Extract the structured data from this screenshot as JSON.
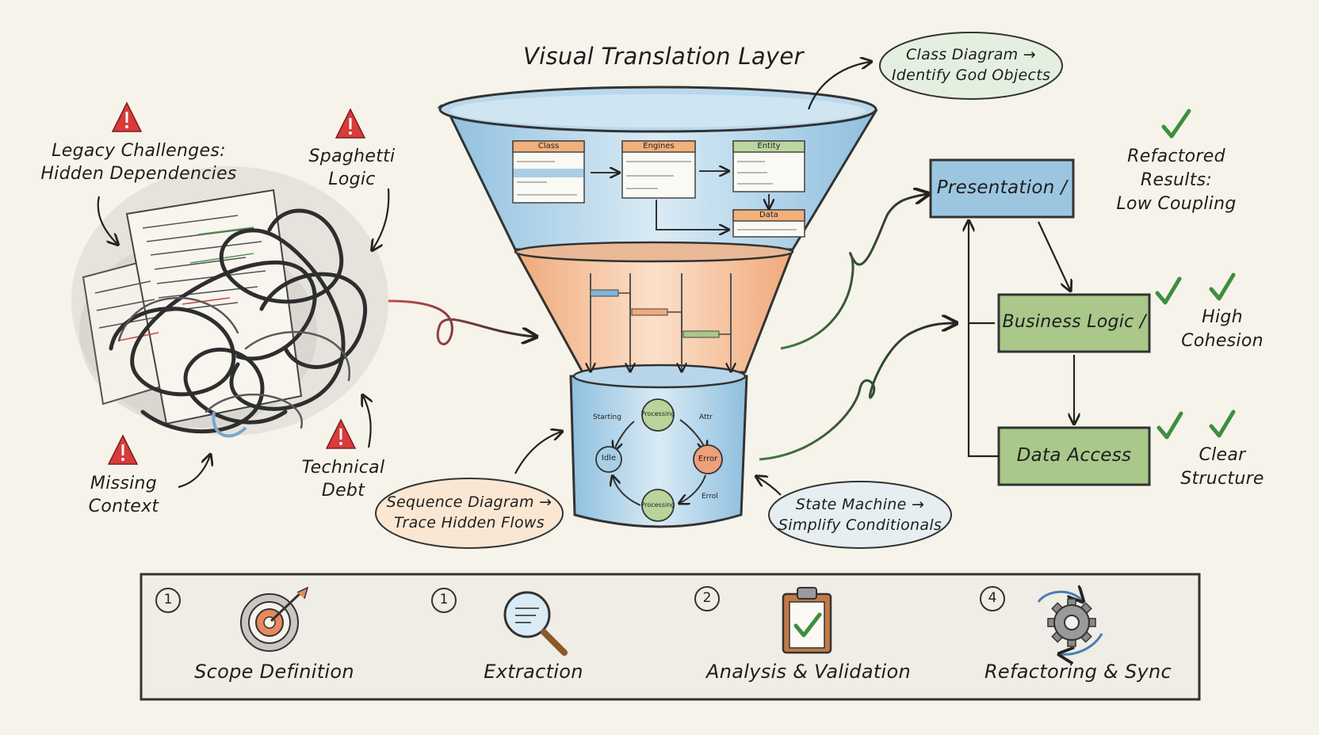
{
  "title": "Visual Translation Layer",
  "legacy": {
    "challenges_line1": "Legacy Challenges:",
    "challenges_line2": "Hidden Dependencies",
    "spaghetti_line1": "Spaghetti",
    "spaghetti_line2": "Logic",
    "missing_line1": "Missing",
    "missing_line2": "Context",
    "debt_line1": "Technical",
    "debt_line2": "Debt"
  },
  "callouts": {
    "class_diagram_line1": "Class Diagram →",
    "class_diagram_line2": "Identify God Objects",
    "sequence_line1": "Sequence Diagram →",
    "sequence_line2": "Trace Hidden Flows",
    "state_line1": "State Machine →",
    "state_line2": "Simplify Conditionals"
  },
  "class_boxes": [
    "Class",
    "Engines",
    "Entity",
    "Data"
  ],
  "state_nodes": {
    "top": "Processing",
    "left": "Idle",
    "right": "Error",
    "bottom": "Processing",
    "label_top_left": "Starting",
    "label_top_right": "Attr",
    "label_bottom_right": "Errol"
  },
  "layers": [
    "Presentation /",
    "Business Logic /",
    "Data Access"
  ],
  "results": {
    "refactored_line1": "Refactored",
    "refactored_line2": "Results:",
    "refactored_line3": "Low Coupling",
    "cohesion_line1": "High",
    "cohesion_line2": "Cohesion",
    "structure_line1": "Clear",
    "structure_line2": "Structure"
  },
  "steps": [
    {
      "num": "1",
      "label": "Scope Definition"
    },
    {
      "num": "1",
      "label": "Extraction"
    },
    {
      "num": "2",
      "label": "Analysis & Validation"
    },
    {
      "num": "4",
      "label": "Refactoring & Sync"
    }
  ],
  "colors": {
    "ink": "#2b2b2b",
    "blue": "#9cc6e0",
    "orange": "#f3c39b",
    "green": "#a9c88a",
    "warning": "#d93a3a",
    "check": "#3e8e3e"
  }
}
